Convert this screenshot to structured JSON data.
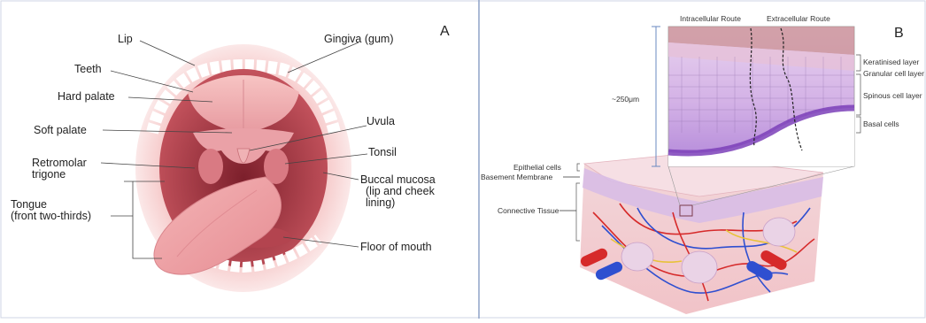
{
  "panel_a": {
    "letter": "A",
    "labels": {
      "lip": "Lip",
      "gingiva": "Gingiva (gum)",
      "teeth": "Teeth",
      "hard_palate": "Hard palate",
      "soft_palate": "Soft palate",
      "uvula": "Uvula",
      "tonsil": "Tonsil",
      "retromolar_1": "Retromolar",
      "retromolar_2": "trigone",
      "buccal_1": "Buccal mucosa",
      "buccal_2": "(lip and cheek",
      "buccal_3": "lining)",
      "tongue_1": "Tongue",
      "tongue_2": "(front two-thirds)",
      "floor": "Floor of mouth"
    }
  },
  "panel_b": {
    "letter": "B",
    "labels": {
      "intracellular": "Intracellular Route",
      "extracellular": "Extracellular Route",
      "keratinised": "Keratinised layer",
      "granular": "Granular cell layer",
      "spinous": "Spinous cell layer",
      "basal": "Basal cells",
      "depth": "~250μm",
      "epithelial": "Epithelial cells",
      "basement": "Basement Membrane",
      "connective": "Connective Tissue"
    }
  },
  "colors": {
    "divider": "#8fa3c8",
    "lip_pink": "#f3b8b8",
    "mouth_dark": "#c2505a",
    "tongue": "#efa3a6",
    "epithelium_purple": "#c9a6df",
    "basal_purple": "#9a5fcf",
    "artery_red": "#d62a2a",
    "vein_blue": "#2f4fd0"
  }
}
